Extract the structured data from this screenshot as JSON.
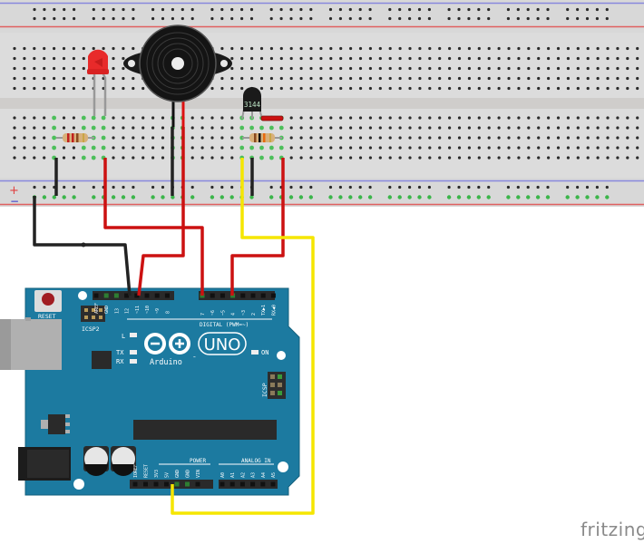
{
  "breadboard": {
    "rail_top_plus": "",
    "rail_bottom_plus": "+",
    "rail_bottom_minus": "−",
    "colors": {
      "board": "#dcdcdc",
      "hole": "#3a3a3a",
      "hole_active": "#3bb54a",
      "rail_red": "#e05050",
      "rail_blue": "#7070e0"
    }
  },
  "components": {
    "led": {
      "name": "Red LED",
      "color": "#e82a2a"
    },
    "buzzer": {
      "name": "Piezo Buzzer"
    },
    "hall_sensor": {
      "label": "3144"
    },
    "resistor_led": {
      "name": "Resistor (LED)"
    },
    "resistor_sensor": {
      "name": "Resistor (Sensor pull-up)"
    }
  },
  "arduino": {
    "board_color": "#1c7aa0",
    "reset_label": "RESET",
    "icsp2_label": "ICSP2",
    "icsp_label": "ICSP",
    "digital_label": "DIGITAL (PWM=~)",
    "power_label": "POWER",
    "analog_label": "ANALOG IN",
    "led_l": "L",
    "led_tx": "TX",
    "led_rx": "RX",
    "led_on": "ON",
    "logo_text": "UNO",
    "brand": "Arduino",
    "tm": "™",
    "digital_pins_left": [
      "AREF",
      "GND",
      "13",
      "12",
      "~11",
      "~10",
      "~9",
      "8"
    ],
    "digital_pins_right": [
      "7",
      "~6",
      "~5",
      "4",
      "~3",
      "2",
      "TX▶1",
      "RX◀0"
    ],
    "power_pins": [
      "IOREF",
      "RESET",
      "3V3",
      "5V",
      "GND",
      "GND",
      "VIN"
    ],
    "analog_pins": [
      "A0",
      "A1",
      "A2",
      "A3",
      "A4",
      "A5"
    ]
  },
  "wires": {
    "red": "#cc1111",
    "black": "#222222",
    "yellow": "#f5e600"
  },
  "footer": {
    "brand": "fritzing"
  }
}
